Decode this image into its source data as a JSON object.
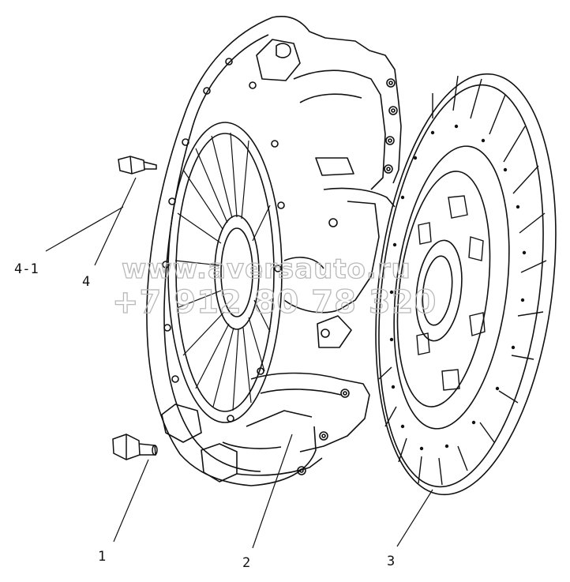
{
  "callouts": {
    "label_4_1": "4-1",
    "label_4": "4",
    "label_1": "1",
    "label_2": "2",
    "label_3": "3"
  },
  "watermark": {
    "line1": "www.aversauto.ru",
    "line2": "+7 912 80 78 320"
  }
}
